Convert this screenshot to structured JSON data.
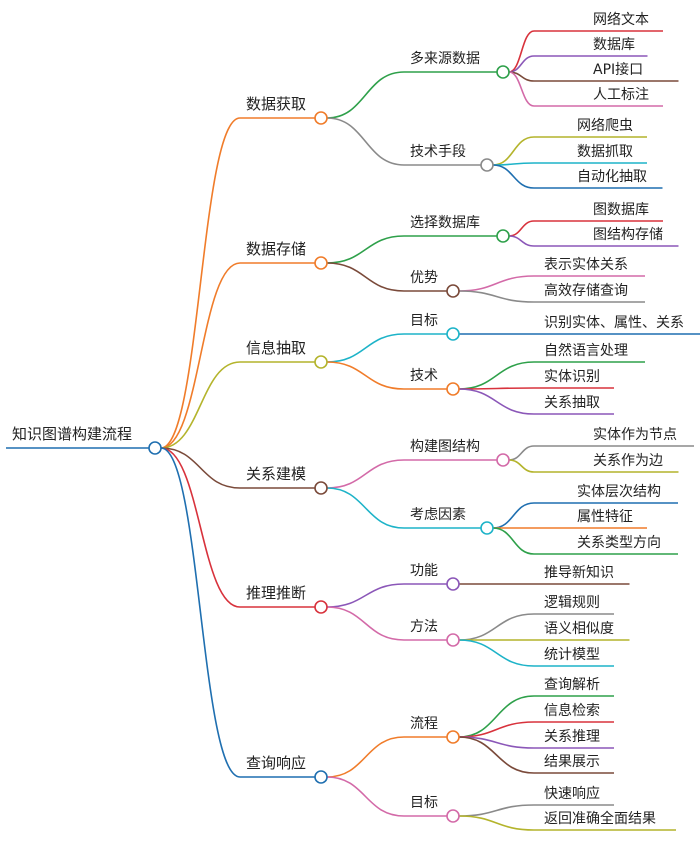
{
  "root": {
    "label": "知识图谱构建流程"
  },
  "colors": {
    "orange": "#f07c2a",
    "olive": "#b4b42c",
    "brown": "#7a4a3a",
    "red": "#d8323c",
    "blue": "#1f6fb0",
    "green": "#2ea04a",
    "gray": "#8a8a8a",
    "purple": "#8b57b8",
    "pink": "#d36aa8",
    "cyan": "#1db3c8"
  },
  "branches": [
    {
      "label": "数据获取",
      "color": "orange",
      "children": [
        {
          "label": "多来源数据",
          "color": "green",
          "leaves": [
            {
              "label": "网络文本",
              "color": "red"
            },
            {
              "label": "数据库",
              "color": "purple"
            },
            {
              "label": "API接口",
              "color": "brown"
            },
            {
              "label": "人工标注",
              "color": "pink"
            }
          ]
        },
        {
          "label": "技术手段",
          "color": "gray",
          "leaves": [
            {
              "label": "网络爬虫",
              "color": "olive"
            },
            {
              "label": "数据抓取",
              "color": "cyan"
            },
            {
              "label": "自动化抽取",
              "color": "blue"
            }
          ]
        }
      ]
    },
    {
      "label": "数据存储",
      "color": "orange",
      "children": [
        {
          "label": "选择数据库",
          "color": "green",
          "leaves": [
            {
              "label": "图数据库",
              "color": "red"
            },
            {
              "label": "图结构存储",
              "color": "purple"
            }
          ]
        },
        {
          "label": "优势",
          "color": "brown",
          "leaves": [
            {
              "label": "表示实体关系",
              "color": "pink"
            },
            {
              "label": "高效存储查询",
              "color": "gray"
            }
          ]
        }
      ]
    },
    {
      "label": "信息抽取",
      "color": "olive",
      "children": [
        {
          "label": "目标",
          "color": "cyan",
          "leaves": [
            {
              "label": "识别实体、属性、关系",
              "color": "blue"
            }
          ]
        },
        {
          "label": "技术",
          "color": "orange",
          "leaves": [
            {
              "label": "自然语言处理",
              "color": "green"
            },
            {
              "label": "实体识别",
              "color": "red"
            },
            {
              "label": "关系抽取",
              "color": "purple"
            }
          ]
        }
      ]
    },
    {
      "label": "关系建模",
      "color": "brown",
      "children": [
        {
          "label": "构建图结构",
          "color": "pink",
          "leaves": [
            {
              "label": "实体作为节点",
              "color": "gray"
            },
            {
              "label": "关系作为边",
              "color": "olive"
            }
          ]
        },
        {
          "label": "考虑因素",
          "color": "cyan",
          "leaves": [
            {
              "label": "实体层次结构",
              "color": "blue"
            },
            {
              "label": "属性特征",
              "color": "orange"
            },
            {
              "label": "关系类型方向",
              "color": "green"
            }
          ]
        }
      ]
    },
    {
      "label": "推理推断",
      "color": "red",
      "children": [
        {
          "label": "功能",
          "color": "purple",
          "leaves": [
            {
              "label": "推导新知识",
              "color": "brown"
            }
          ]
        },
        {
          "label": "方法",
          "color": "pink",
          "leaves": [
            {
              "label": "逻辑规则",
              "color": "gray"
            },
            {
              "label": "语义相似度",
              "color": "olive"
            },
            {
              "label": "统计模型",
              "color": "cyan"
            }
          ]
        }
      ]
    },
    {
      "label": "查询响应",
      "color": "blue",
      "children": [
        {
          "label": "流程",
          "color": "orange",
          "leaves": [
            {
              "label": "查询解析",
              "color": "green"
            },
            {
              "label": "信息检索",
              "color": "red"
            },
            {
              "label": "关系推理",
              "color": "purple"
            },
            {
              "label": "结果展示",
              "color": "brown"
            }
          ]
        },
        {
          "label": "目标",
          "color": "pink",
          "leaves": [
            {
              "label": "快速响应",
              "color": "gray"
            },
            {
              "label": "返回准确全面结果",
              "color": "olive"
            }
          ]
        }
      ]
    }
  ]
}
